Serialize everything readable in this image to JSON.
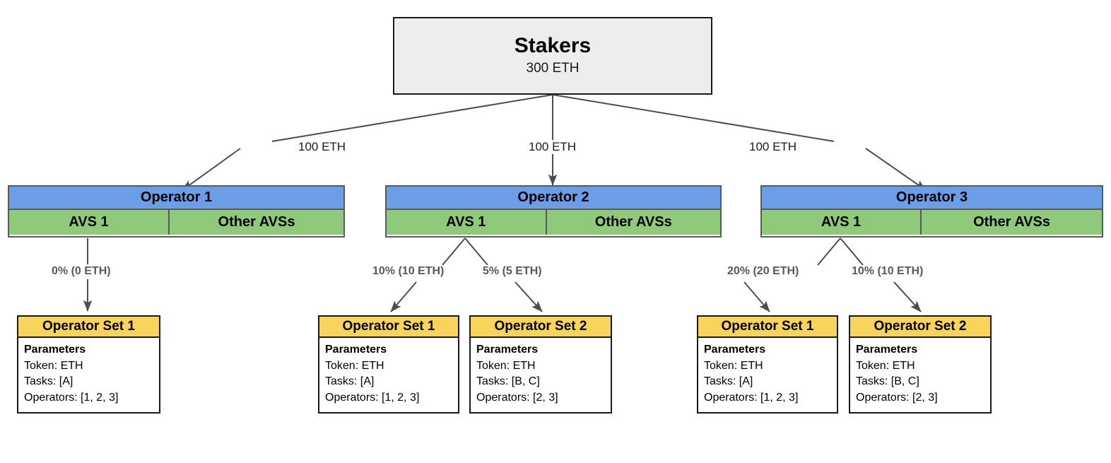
{
  "diagram": {
    "title": "EigenLayer staker-operator-operator set allocation diagram",
    "colors": {
      "staker_fill": "#ededed",
      "operator_header_fill": "#6c9ee8",
      "avs_fill": "#8fc97c",
      "opset_header_fill": "#f9d45c",
      "opset_body_fill": "#ffffff",
      "edge_stroke": "#4d4d4d",
      "alloc_label_color": "#595959"
    }
  },
  "stakers": {
    "title": "Stakers",
    "amount": "300 ETH"
  },
  "stake_edges": [
    {
      "label": "100 ETH",
      "to": "Operator 1"
    },
    {
      "label": "100 ETH",
      "to": "Operator 2"
    },
    {
      "label": "100 ETH",
      "to": "Operator 3"
    }
  ],
  "operators": [
    {
      "name": "Operator 1",
      "avs_label": "AVS 1",
      "other_label": "Other AVSs"
    },
    {
      "name": "Operator 2",
      "avs_label": "AVS 1",
      "other_label": "Other AVSs"
    },
    {
      "name": "Operator 3",
      "avs_label": "AVS 1",
      "other_label": "Other AVSs"
    }
  ],
  "allocations": [
    {
      "label": "0% (0 ETH)",
      "from": "Operator 1 / AVS 1",
      "to": "Operator Set 1"
    },
    {
      "label": "10% (10 ETH)",
      "from": "Operator 2 / AVS 1",
      "to": "Operator Set 1"
    },
    {
      "label": "5% (5 ETH)",
      "from": "Operator 2 / AVS 1",
      "to": "Operator Set 2"
    },
    {
      "label": "20% (20 ETH)",
      "from": "Operator 3 / AVS 1",
      "to": "Operator Set 1"
    },
    {
      "label": "10% (10 ETH)",
      "from": "Operator 3 / AVS 1",
      "to": "Operator Set 2"
    }
  ],
  "operator_sets": [
    {
      "name": "Operator Set 1",
      "params_heading": "Parameters",
      "token": "Token: ETH",
      "tasks": "Tasks: [A]",
      "operators": "Operators: [1, 2, 3]"
    },
    {
      "name": "Operator Set 1",
      "params_heading": "Parameters",
      "token": "Token: ETH",
      "tasks": "Tasks: [A]",
      "operators": "Operators: [1, 2, 3]"
    },
    {
      "name": "Operator Set 2",
      "params_heading": "Parameters",
      "token": "Token: ETH",
      "tasks": "Tasks: [B, C]",
      "operators": "Operators: [2, 3]"
    },
    {
      "name": "Operator Set 1",
      "params_heading": "Parameters",
      "token": "Token: ETH",
      "tasks": "Tasks: [A]",
      "operators": "Operators: [1, 2, 3]"
    },
    {
      "name": "Operator Set 2",
      "params_heading": "Parameters",
      "token": "Token: ETH",
      "tasks": "Tasks: [B, C]",
      "operators": "Operators: [2, 3]"
    }
  ]
}
